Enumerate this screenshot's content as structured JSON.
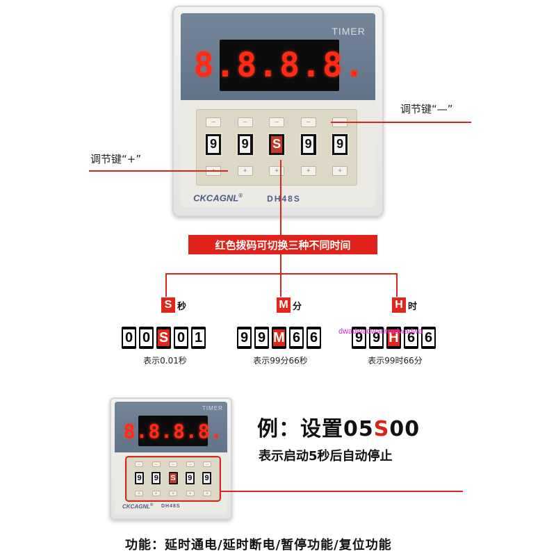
{
  "device_large": {
    "label": "TIMER",
    "display": "8.8.8.8.",
    "minus_keys": [
      "—",
      "—",
      "—",
      "—",
      "—"
    ],
    "dials": [
      "9",
      "9",
      "S",
      "9",
      "9"
    ],
    "plus_keys": [
      "+",
      "+",
      "+",
      "+",
      "+"
    ],
    "brand": "CKCAGNL",
    "reg_mark": "®",
    "model": "DH48S"
  },
  "callouts": {
    "minus_key": "调节键“—”",
    "plus_key": "调节键“+”"
  },
  "banner": "红色拨码可切换三种不同时间",
  "modes": [
    {
      "letter": "S",
      "unit": "秒",
      "tiles": [
        "0",
        "0",
        "S",
        "0",
        "1"
      ],
      "caption": "表示0.01秒"
    },
    {
      "letter": "M",
      "unit": "分",
      "tiles": [
        "9",
        "9",
        "M",
        "6",
        "6"
      ],
      "caption": "表示99分66秒"
    },
    {
      "letter": "H",
      "unit": "时",
      "tiles": [
        "9",
        "9",
        "H",
        "6",
        "6"
      ],
      "caption": "表示99时66分"
    }
  ],
  "watermark": "dwadwadwadwadwadwa",
  "device_small": {
    "label": "TIMER",
    "display": "8.8.8.8.",
    "minus_keys": [
      "—",
      "—",
      "—",
      "—",
      "—"
    ],
    "dials": [
      "9",
      "9",
      "S",
      "9",
      "9"
    ],
    "plus_keys": [
      "+",
      "+",
      "+",
      "+",
      "+"
    ],
    "brand": "CKCAGNL",
    "reg_mark": "®",
    "model": "DH48S"
  },
  "example": {
    "prefix": "例：设置05",
    "highlight": "S",
    "suffix": "00",
    "description": "表示启动5秒后自动停止"
  },
  "functions": "功能：延时通电/延时断电/暂停功能/复位功能",
  "colors": {
    "accent_red": "#e0221a",
    "panel_blue": "#6a7b90",
    "digit_red": "#ff2b16"
  }
}
